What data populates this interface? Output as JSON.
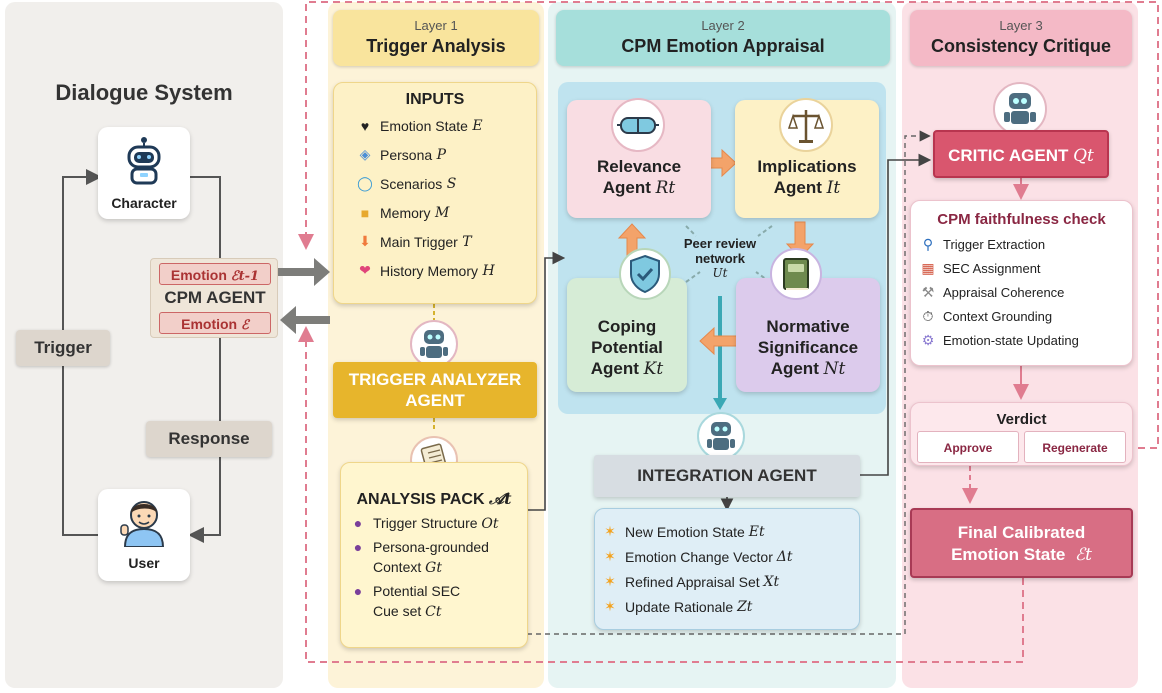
{
  "dialogue_system": {
    "title": "Dialogue System",
    "character_label": "Character",
    "user_label": "User",
    "trigger_label": "Trigger",
    "response_label": "Response",
    "cpm_agent_label": "CPM AGENT",
    "emotion_prev_label": "Emotion",
    "emotion_prev_sym": "ℰt-1",
    "emotion_label": "Emotion",
    "emotion_sym": "ℰ"
  },
  "layer1": {
    "layer_label": "Layer 1",
    "title": "Trigger Analysis",
    "inputs_title": "INPUTS",
    "inputs": [
      {
        "icon": "heart-icon",
        "label": "Emotion State",
        "sym": "E"
      },
      {
        "icon": "masks-icon",
        "label": "Persona",
        "sym": "P"
      },
      {
        "icon": "globe-icon",
        "label": "Scenarios",
        "sym": "S"
      },
      {
        "icon": "folder-icon",
        "label": "Memory",
        "sym": "M"
      },
      {
        "icon": "lightning-icon",
        "label": "Main Trigger",
        "sym": "T"
      },
      {
        "icon": "hearts-icon",
        "label": "History Memory",
        "sym": "H"
      }
    ],
    "analyzer_line1": "TRIGGER ANALYZER",
    "analyzer_line2": "AGENT",
    "pack_title": "ANALYSIS PACK",
    "pack_sym": "𝒜t",
    "pack_items": [
      {
        "lines": [
          "Trigger Structure"
        ],
        "sym": "Ot"
      },
      {
        "lines": [
          "Persona-grounded",
          "Context"
        ],
        "sym": "Gt"
      },
      {
        "lines": [
          "Potential SEC",
          "Cue set"
        ],
        "sym": "Ct"
      }
    ]
  },
  "layer2": {
    "layer_label": "Layer 2",
    "title": "CPM Emotion Appraisal",
    "relevance_line1": "Relevance",
    "relevance_line2": "Agent",
    "relevance_sym": "Rt",
    "implications_line1": "Implications",
    "implications_line2": "Agent",
    "implications_sym": "It",
    "coping_line1": "Coping",
    "coping_line2": "Potential",
    "coping_line3": "Agent",
    "coping_sym": "Kt",
    "normative_line1": "Normative",
    "normative_line2": "Significance",
    "normative_line3": "Agent",
    "normative_sym": "Nt",
    "peer_line1": "Peer review",
    "peer_line2": "network",
    "peer_sym": "Ut",
    "integration_title": "INTEGRATION AGENT",
    "outputs": [
      {
        "label": "New Emotion State",
        "sym": "Et"
      },
      {
        "label": "Emotion Change Vector",
        "sym": "Δt"
      },
      {
        "label": "Refined Appraisal Set",
        "sym": "Xt"
      },
      {
        "label": "Update Rationale",
        "sym": "Zt"
      }
    ]
  },
  "layer3": {
    "layer_label": "Layer 3",
    "title": "Consistency Critique",
    "critic_title": "CRITIC AGENT",
    "critic_sym": "Qt",
    "check_title": "CPM faithfulness check",
    "checks": [
      {
        "icon": "magnifier-icon",
        "label": "Trigger Extraction"
      },
      {
        "icon": "bar-chart-icon",
        "label": "SEC Assignment"
      },
      {
        "icon": "tools-icon",
        "label": "Appraisal Coherence"
      },
      {
        "icon": "stopwatch-icon",
        "label": "Context Grounding"
      },
      {
        "icon": "gear-icon",
        "label": "Emotion-state Updating"
      }
    ],
    "verdict_title": "Verdict",
    "approve_label": "Approve",
    "regenerate_label": "Regenerate",
    "final_line1": "Final Calibrated",
    "final_line2": "Emotion State",
    "final_sym": "ℰt"
  },
  "colors": {
    "layer1_bg": "#fdf3d8",
    "layer2_bg": "#e6f4f3",
    "layer3_bg": "#fbe1e6",
    "critic": "#d9566e",
    "analyzer": "#e7b52c",
    "integration": "#d7dde2",
    "dashed_pink": "#e07c90"
  }
}
